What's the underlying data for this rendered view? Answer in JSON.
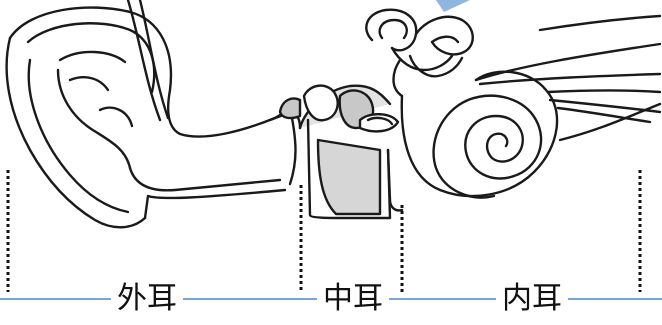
{
  "diagram": {
    "sections": [
      {
        "id": "outer",
        "label": "外耳"
      },
      {
        "id": "middle",
        "label": "中耳"
      },
      {
        "id": "inner",
        "label": "内耳"
      }
    ],
    "colors": {
      "line": "#1a1a1a",
      "ossicle_fill": "#c8c8c8",
      "cavity_fill": "#d6d6d6",
      "divider_line": "#4f86c6",
      "pointer_accent": "#8fb6e0"
    }
  }
}
